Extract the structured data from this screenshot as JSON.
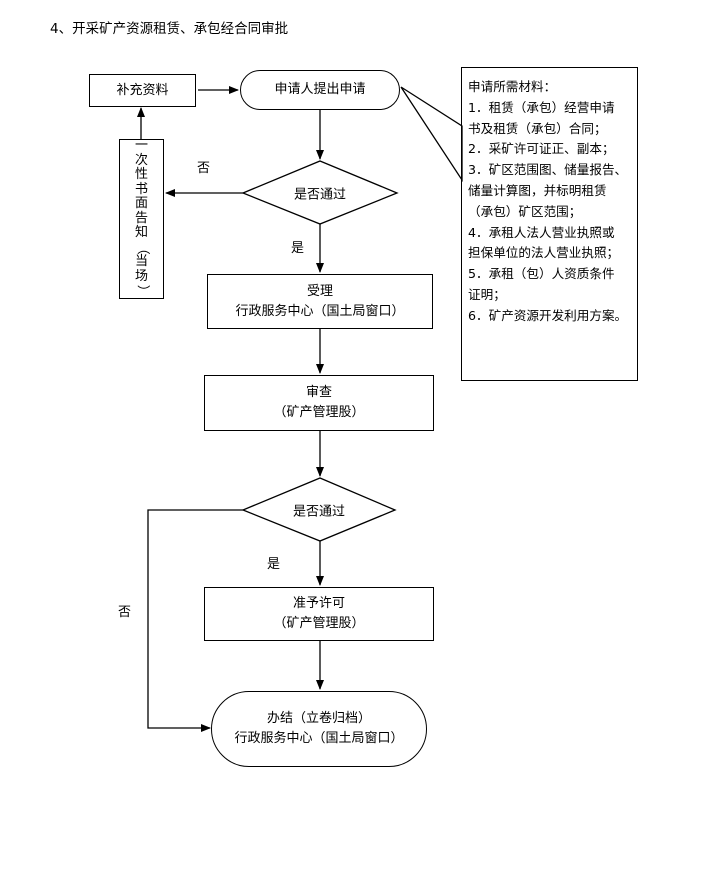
{
  "title": "4、开采矿产资源租赁、承包经合同审批",
  "nodes": {
    "supplement": "补充资料",
    "apply": "申请人提出申请",
    "decision1": "是否通过",
    "accept_line1": "受理",
    "accept_line2": "行政服务中心（国土局窗口）",
    "review_line1": "审查",
    "review_line2": "（矿产管理股）",
    "decision2": "是否通过",
    "approve_line1": "准予许可",
    "approve_line2": "（矿产管理股）",
    "finish_line1": "办结（立卷归档）",
    "finish_line2": "行政服务中心（国土局窗口）"
  },
  "notice": {
    "chars": [
      "一",
      "次",
      "性",
      "书",
      "面",
      "告",
      "知",
      "（",
      "当",
      "场",
      "）"
    ]
  },
  "edge_labels": {
    "no1": "否",
    "yes1": "是",
    "yes2": "是",
    "no2": "否"
  },
  "materials": {
    "lines": [
      "申请所需材料：",
      "1．租赁（承包）经营申请",
      "书及租赁（承包）合同；",
      "2．采矿许可证正、副本；",
      "3．矿区范围图、储量报告、",
      "储量计算图，并标明租赁",
      "（承包）矿区范围；",
      "4．承租人法人营业执照或",
      "担保单位的法人营业执照；",
      "5．承租（包）人资质条件",
      "证明；",
      "6．矿产资源开发利用方案。"
    ]
  }
}
